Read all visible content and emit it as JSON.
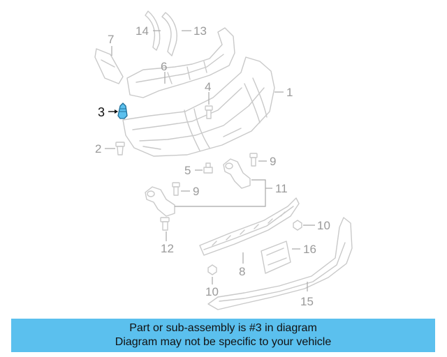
{
  "diagram": {
    "highlight_color": "#5bc0ee",
    "callouts": {
      "c1": "1",
      "c2": "2",
      "c3": "3",
      "c4": "4",
      "c5": "5",
      "c6": "6",
      "c7": "7",
      "c8": "8",
      "c9a": "9",
      "c9b": "9",
      "c10a": "10",
      "c10b": "10",
      "c11": "11",
      "c12": "12",
      "c13": "13",
      "c14": "14",
      "c15": "15",
      "c16": "16"
    }
  },
  "banner": {
    "background": "#5bc0ee",
    "line1": "Part or sub-assembly is #3 in diagram",
    "line2": "Diagram may not be specific to your vehicle"
  }
}
